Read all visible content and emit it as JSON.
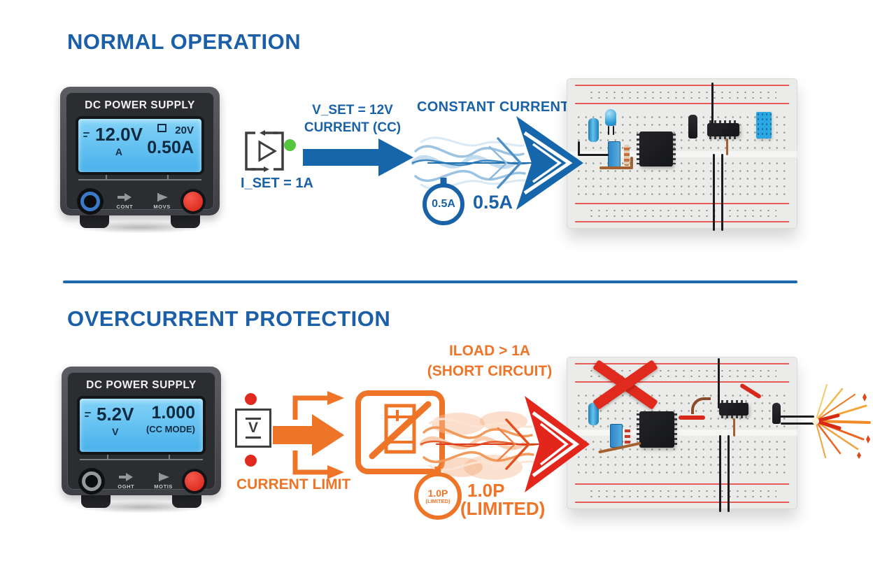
{
  "colors": {
    "heading_blue": "#1a5fa8",
    "arrow_blue": "#1566ab",
    "orange": "#ee7428",
    "arrow_red": "#e2261c",
    "alert_red": "#e02a1e",
    "indicator_green": "#55c63e",
    "divider_blue": "#1e69ae",
    "screen_blue": "#5ec0f2"
  },
  "normal": {
    "title": "NORMAL OPERATION",
    "psu": {
      "name": "DC POWER SUPPLY",
      "voltage_value": "12.0V",
      "voltage_sub": "A",
      "range_value": "20V",
      "current_value": "0.50A",
      "button1": "CONT",
      "button2": "MOVS"
    },
    "iset_label": "I_SET = 1A",
    "vset_line1": "V_SET = 12V",
    "vset_line2": "CURRENT (CC)",
    "flow_title": "CONSTANT CURRENT",
    "meter_value": "0.5A",
    "meter_caption": "0.5A"
  },
  "protection": {
    "title": "OVERCURRENT PROTECTION",
    "psu": {
      "name": "DC POWER SUPPLY",
      "voltage_value": "5.2V",
      "voltage_sub": "V",
      "current_value": "1.000",
      "current_sub": "(CC MODE)",
      "button1": "OGHT",
      "button2": "MOTIS"
    },
    "limit_label": "CURRENT LIMIT",
    "fault_line1": "ILOAD > 1A",
    "fault_line2": "(SHORT CIRCUIT)",
    "meter_value": "1.0P",
    "meter_sub": "(LIMITED)",
    "meter_caption_line1": "1.0P",
    "meter_caption_line2": "(LIMITED)"
  }
}
